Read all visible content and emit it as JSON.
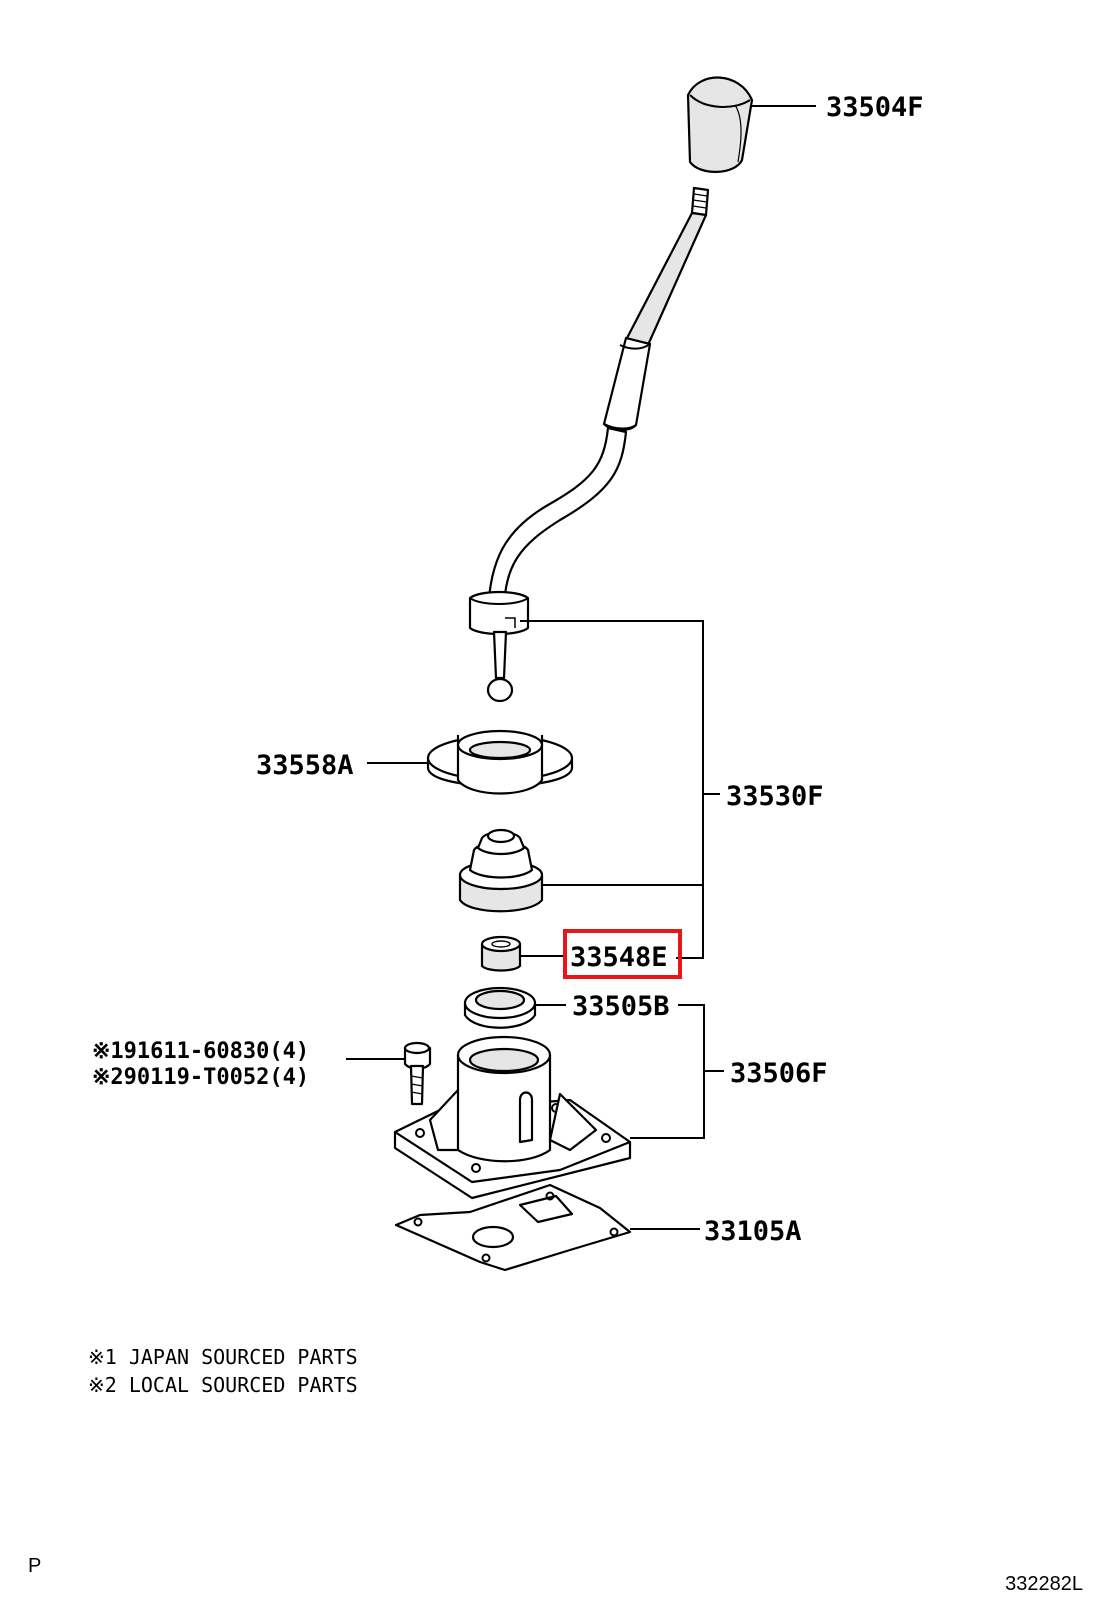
{
  "diagram": {
    "parts": {
      "knob": "33504F",
      "lever_assembly": "33530F",
      "seat": "33558A",
      "bushing": "33548E",
      "retainer": "33505B",
      "housing": "33506F",
      "gasket": "33105A"
    },
    "bolts": [
      "※191611-60830(4)",
      "※290119-T0052(4)"
    ],
    "notes": [
      "※1 JAPAN SOURCED PARTS",
      "※2 LOCAL SOURCED PARTS"
    ],
    "corner_left": "P",
    "figure_id": "332282L",
    "highlight_color": "#e8161b"
  }
}
